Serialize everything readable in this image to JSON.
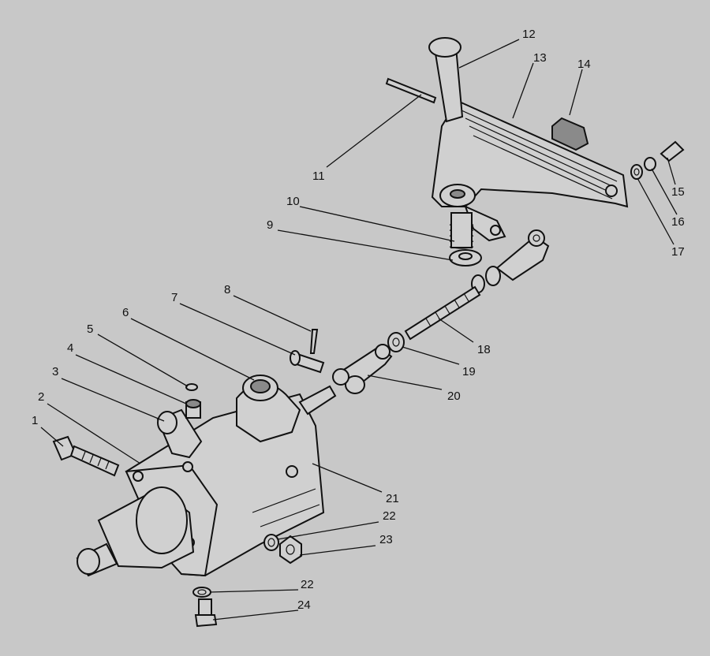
{
  "callouts": [
    {
      "id": "1",
      "text": "1"
    },
    {
      "id": "2",
      "text": "2"
    },
    {
      "id": "3",
      "text": "3"
    },
    {
      "id": "4",
      "text": "4"
    },
    {
      "id": "5",
      "text": "5"
    },
    {
      "id": "6",
      "text": "6"
    },
    {
      "id": "7",
      "text": "7"
    },
    {
      "id": "8",
      "text": "8"
    },
    {
      "id": "9",
      "text": "9"
    },
    {
      "id": "10",
      "text": "10"
    },
    {
      "id": "11",
      "text": "11"
    },
    {
      "id": "12",
      "text": "12"
    },
    {
      "id": "13",
      "text": "13"
    },
    {
      "id": "14",
      "text": "14"
    },
    {
      "id": "15",
      "text": "15"
    },
    {
      "id": "16",
      "text": "16"
    },
    {
      "id": "17",
      "text": "17"
    },
    {
      "id": "18",
      "text": "18"
    },
    {
      "id": "19",
      "text": "19"
    },
    {
      "id": "20",
      "text": "20"
    },
    {
      "id": "21",
      "text": "21"
    },
    {
      "id": "22a",
      "text": "22"
    },
    {
      "id": "23",
      "text": "23"
    },
    {
      "id": "22b",
      "text": "22"
    },
    {
      "id": "24",
      "text": "24"
    }
  ]
}
